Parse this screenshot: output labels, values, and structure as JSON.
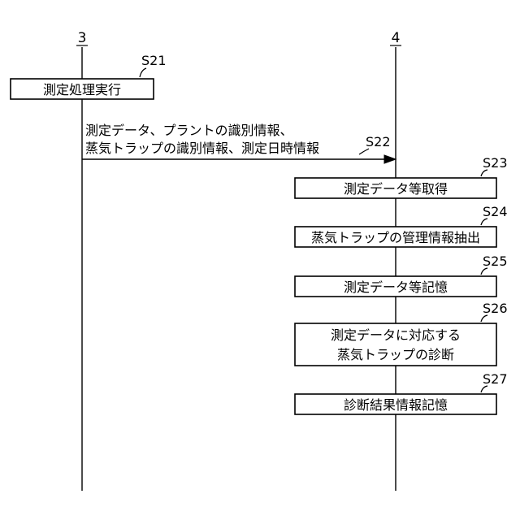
{
  "lifelines": [
    {
      "id": "3"
    },
    {
      "id": "4"
    }
  ],
  "steps": {
    "s21": {
      "label": "S21",
      "text": [
        "測定処理実行"
      ]
    },
    "s22": {
      "label": "S22",
      "text": [
        "測定データ、プラントの識別情報、",
        "蒸気トラップの識別情報、測定日時情報"
      ]
    },
    "s23": {
      "label": "S23",
      "text": [
        "測定データ等取得"
      ]
    },
    "s24": {
      "label": "S24",
      "text": [
        "蒸気トラップの管理情報抽出"
      ]
    },
    "s25": {
      "label": "S25",
      "text": [
        "測定データ等記憶"
      ]
    },
    "s26": {
      "label": "S26",
      "text": [
        "測定データに対応する",
        "蒸気トラップの診断"
      ]
    },
    "s27": {
      "label": "S27",
      "text": [
        "診断結果情報記憶"
      ]
    }
  }
}
